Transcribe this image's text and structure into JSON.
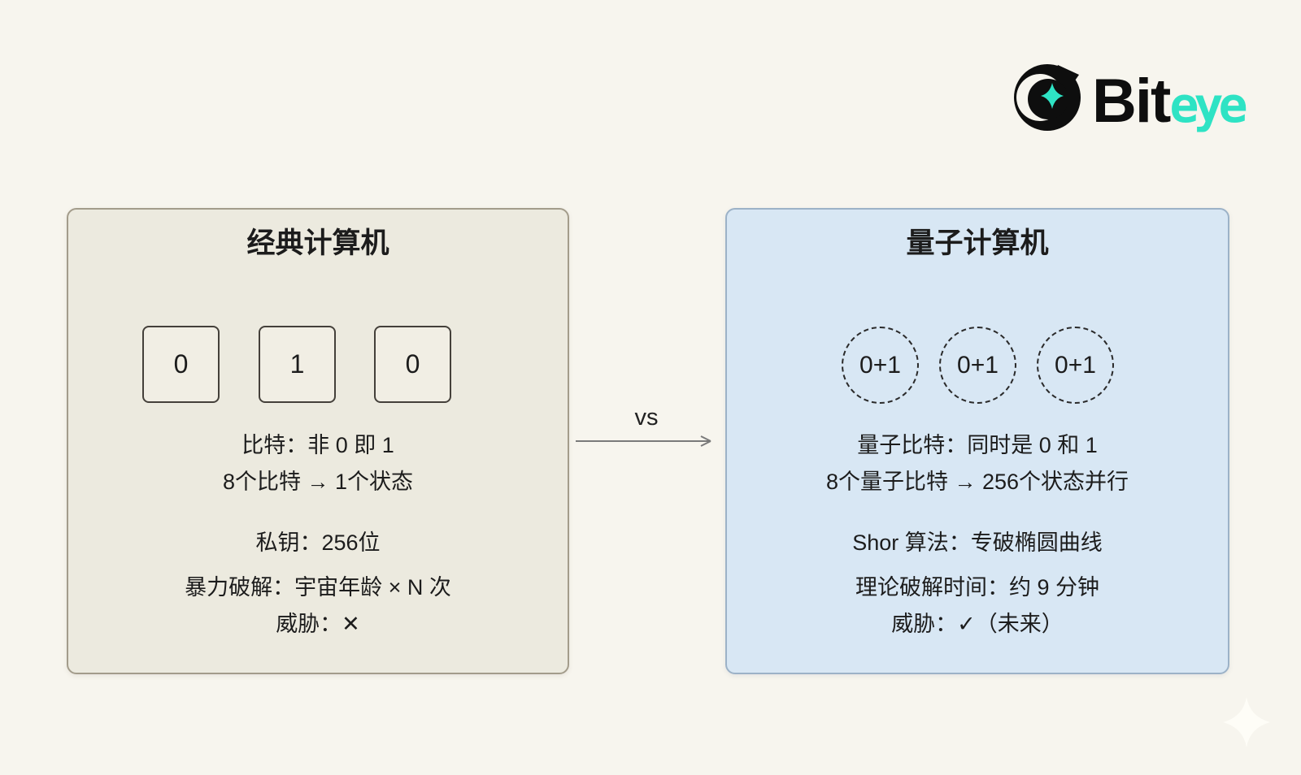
{
  "logo": {
    "brand_black": "Bit",
    "brand_teal": "eye"
  },
  "center": {
    "vs_label": "vs"
  },
  "left_panel": {
    "title": "经典计算机",
    "bits": [
      "0",
      "1",
      "0"
    ],
    "lines": {
      "bit_rule": "比特：非 0 即 1",
      "bit_states": "8个比特 → 1个状态",
      "private_key": "私钥：256位",
      "brute_force": "暴力破解：宇宙年龄 × N 次",
      "threat": "威胁：✕"
    }
  },
  "right_panel": {
    "title": "量子计算机",
    "qubits": [
      "0+1",
      "0+1",
      "0+1"
    ],
    "lines": {
      "qubit_rule": "量子比特：同时是 0 和 1",
      "qubit_states": "8个量子比特 → 256个状态并行",
      "shor": "Shor 算法：专破椭圆曲线",
      "break_time": "理论破解时间：约 9 分钟",
      "threat": "威胁：✓（未来）"
    }
  },
  "colors": {
    "page_bg": "#f7f5ee",
    "left_panel_bg": "#eceadf",
    "left_panel_border": "#a39c8b",
    "right_panel_bg": "#d8e7f4",
    "right_panel_border": "#9cb2c7",
    "text": "#1c1c1c",
    "arrow": "#7a7a7a",
    "logo_teal": "#2ee3c4",
    "logo_black": "#0e0e0e"
  }
}
